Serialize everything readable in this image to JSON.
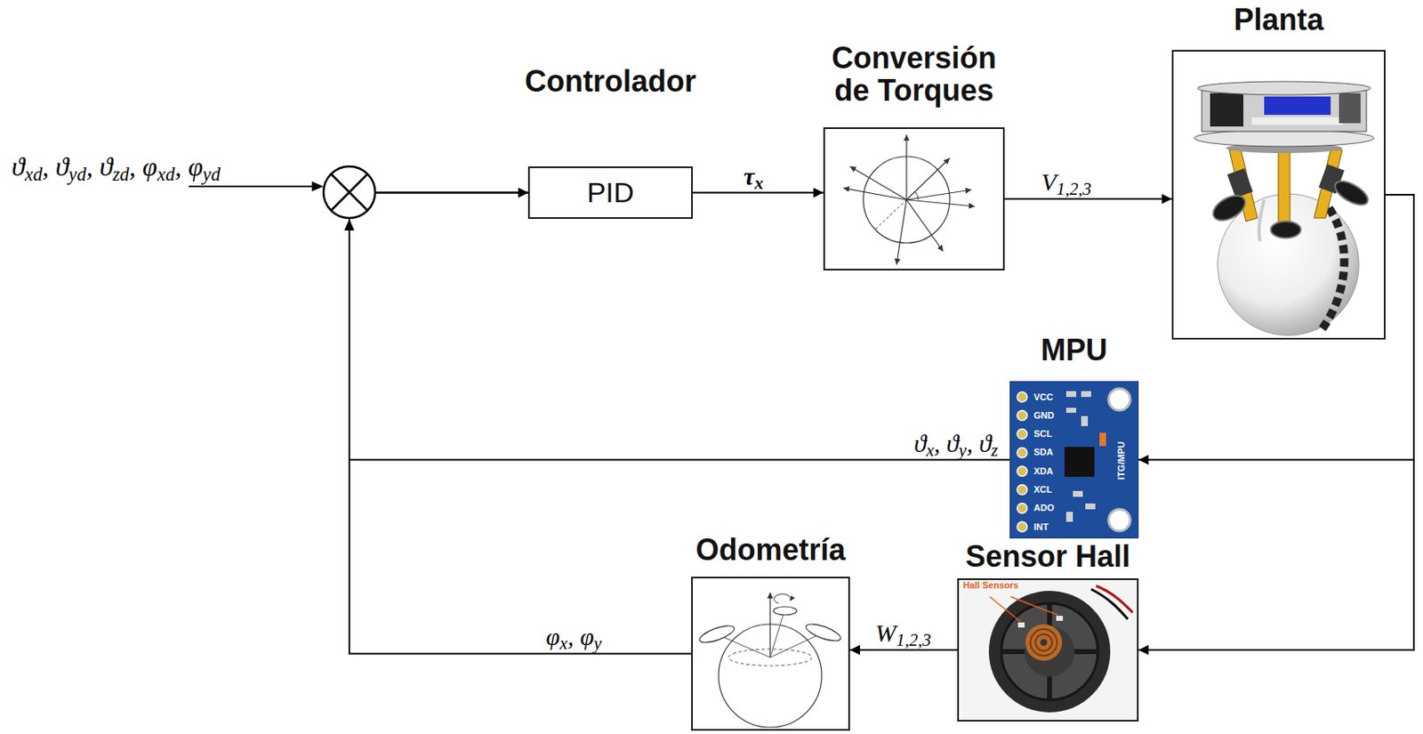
{
  "diagram": {
    "nodes": [
      {
        "text": [
          "Controlador",
          "PID"
        ]
      },
      {
        "text": [
          "Conversión de Torques"
        ]
      },
      {
        "text": [
          "Planta"
        ]
      },
      {
        "text": [
          "MPU"
        ]
      },
      {
        "text": [
          "Odometría"
        ]
      },
      {
        "text": [
          "Sensor Hall"
        ]
      }
    ],
    "edges": [
      {
        "from": 0,
        "to": 1,
        "arrow": "to",
        "label": "τx"
      },
      {
        "from": 1,
        "to": 2,
        "arrow": "to",
        "label": "V1,2,3"
      },
      {
        "from": 2,
        "to": 3,
        "arrow": "to"
      },
      {
        "from": 2,
        "to": 5,
        "arrow": "to"
      },
      {
        "from": 5,
        "to": 4,
        "arrow": "to",
        "label": "W1,2,3"
      },
      {
        "from": 3,
        "to": 0,
        "arrow": "to",
        "label": "ϑx, ϑy, ϑz"
      },
      {
        "from": 4,
        "to": 0,
        "arrow": "to",
        "label": "φx, φy"
      }
    ],
    "labels": [
      "ϑxd, ϑyd, ϑzd, φxd, φyd",
      "VCC",
      "GND",
      "SCL",
      "SDA",
      "XDA",
      "XCL",
      "ADO",
      "INT",
      "ITG/MPU",
      "Hall Sensors"
    ]
  }
}
